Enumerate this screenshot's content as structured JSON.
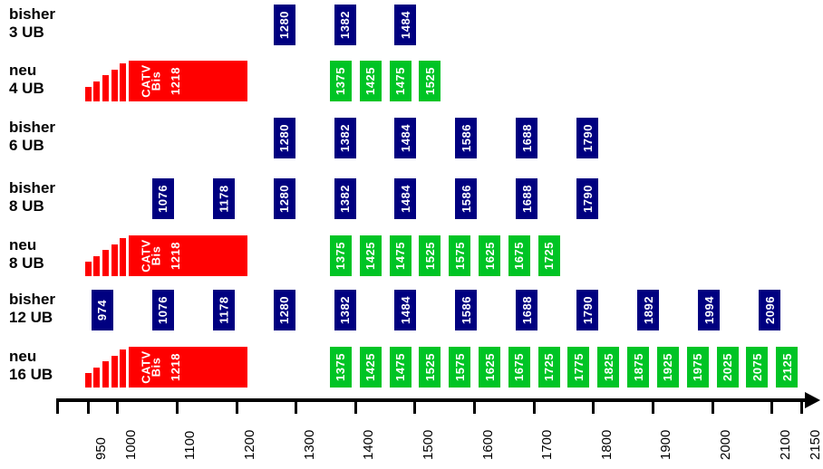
{
  "chart_data": {
    "type": "bar",
    "title": "",
    "xlabel": "",
    "ylabel": "",
    "xlim": [
      930,
      2160
    ],
    "grid": false,
    "legend": "none",
    "axis_ticks": [
      950,
      1000,
      1100,
      1200,
      1300,
      1400,
      1500,
      1600,
      1700,
      1800,
      1900,
      2000,
      2100,
      2150
    ],
    "colors": {
      "blue": "#000080",
      "green": "#00c425",
      "red": "#ff0000",
      "text": "#000000",
      "bar_text": "#ffffff"
    },
    "catv_block": {
      "label_line1": "CATV",
      "label_line2": "Bis",
      "label_line3": "1218",
      "start": 945,
      "end": 1218
    },
    "rows": [
      {
        "label_line1": "bisher",
        "label_line2": "3 UB",
        "kind": "blue",
        "has_catv": false,
        "values": [
          1280,
          1382,
          1484
        ]
      },
      {
        "label_line1": "neu",
        "label_line2": "4 UB",
        "kind": "green",
        "has_catv": true,
        "values": [
          1375,
          1425,
          1475,
          1525
        ]
      },
      {
        "label_line1": "bisher",
        "label_line2": "6 UB",
        "kind": "blue",
        "has_catv": false,
        "values": [
          1280,
          1382,
          1484,
          1586,
          1688,
          1790
        ]
      },
      {
        "label_line1": "bisher",
        "label_line2": "8 UB",
        "kind": "blue",
        "has_catv": false,
        "values": [
          1076,
          1178,
          1280,
          1382,
          1484,
          1586,
          1688,
          1790
        ]
      },
      {
        "label_line1": "neu",
        "label_line2": "8 UB",
        "kind": "green",
        "has_catv": true,
        "values": [
          1375,
          1425,
          1475,
          1525,
          1575,
          1625,
          1675,
          1725
        ]
      },
      {
        "label_line1": "bisher",
        "label_line2": "12 UB",
        "kind": "blue",
        "has_catv": false,
        "values": [
          974,
          1076,
          1178,
          1280,
          1382,
          1484,
          1586,
          1688,
          1790,
          1892,
          1994,
          2096
        ]
      },
      {
        "label_line1": "neu",
        "label_line2": "16 UB",
        "kind": "green",
        "has_catv": true,
        "values": [
          1375,
          1425,
          1475,
          1525,
          1575,
          1625,
          1675,
          1725,
          1775,
          1825,
          1875,
          1925,
          1975,
          2025,
          2075,
          2125
        ]
      }
    ]
  }
}
